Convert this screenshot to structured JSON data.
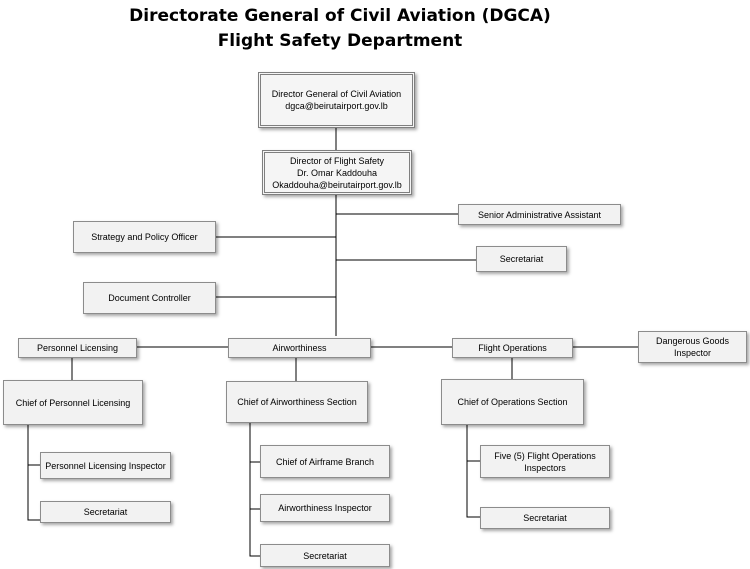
{
  "header": {
    "title_line1": "Directorate General of Civil Aviation (DGCA)",
    "title_line2": "Flight Safety Department"
  },
  "org": {
    "director_general": {
      "line1": "Director General of Civil Aviation",
      "line2": "dgca@beirutairport.gov.lb"
    },
    "director_flight_safety": {
      "line1": "Director of Flight Safety",
      "line2": "Dr. Omar Kaddouha",
      "line3": "Okaddouha@beirutairport.gov.lb"
    },
    "senior_admin_assistant": "Senior Administrative Assistant",
    "strategy_policy_officer": "Strategy and Policy Officer",
    "secretariat_top": "Secretariat",
    "document_controller": "Document Controller",
    "personnel_licensing": "Personnel Licensing",
    "airworthiness": "Airworthiness",
    "flight_operations": "Flight Operations",
    "dangerous_goods_inspector": {
      "line1": "Dangerous Goods",
      "line2": "Inspector"
    },
    "chief_personnel_licensing": "Chief of Personnel Licensing",
    "chief_airworthiness_section": "Chief of Airworthiness Section",
    "chief_operations_section": "Chief of Operations Section",
    "personnel_licensing_inspector": "Personnel Licensing Inspector",
    "secretariat_pl": "Secretariat",
    "chief_airframe_branch": "Chief of Airframe Branch",
    "airworthiness_inspector": "Airworthiness Inspector",
    "secretariat_aw": "Secretariat",
    "flight_ops_inspectors": {
      "line1": "Five (5) Flight Operations",
      "line2": "Inspectors"
    },
    "secretariat_fo": "Secretariat"
  }
}
